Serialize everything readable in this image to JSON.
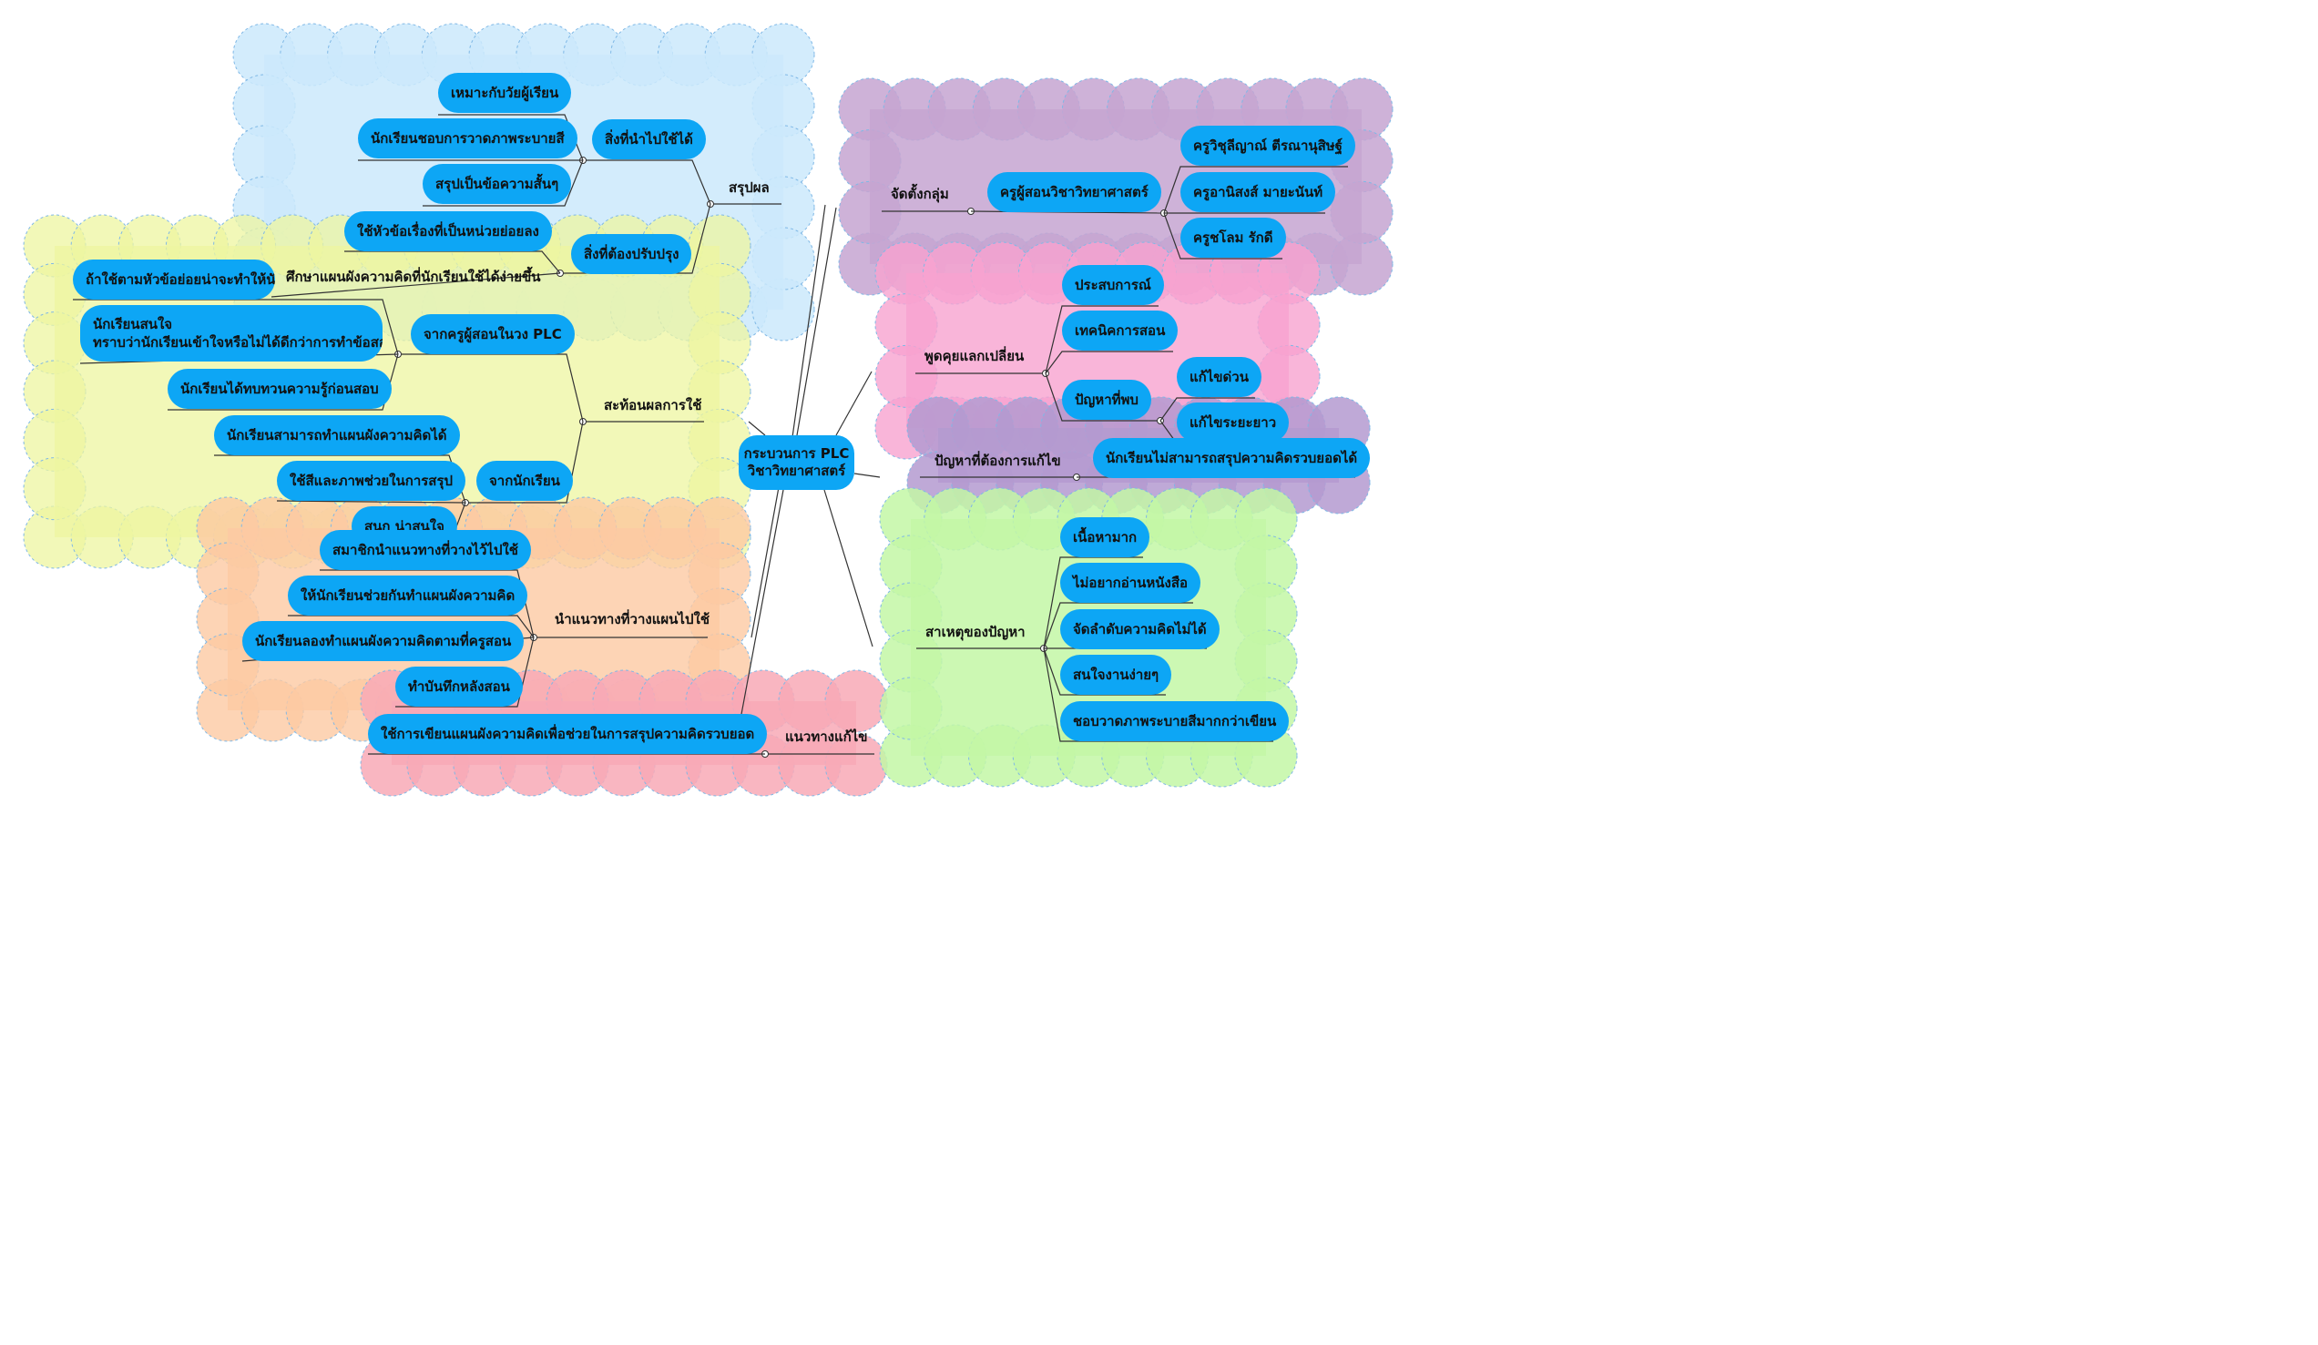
{
  "colors": {
    "node": "#0da6f5",
    "line": "#333333",
    "cloud_blue": "#cbe9fb",
    "cloud_yellow": "#eef5a0",
    "cloud_purple": "#c6a4d1",
    "cloud_pink": "#f7a3d0",
    "cloud_violet": "#b49ad0",
    "cloud_green": "#c3f7a6",
    "cloud_orange": "#fcc9a2",
    "cloud_rose": "#f8a9b6"
  },
  "center": {
    "line1": "กระบวนการ PLC",
    "line2": "วิชาวิทยาศาสตร์"
  },
  "summary": {
    "label": "สรุปผล",
    "usable": {
      "label": "สิ่งที่นำไปใช้ได้",
      "items": [
        "เหมาะกับวัยผู้เรียน",
        "นักเรียนชอบการวาดภาพระบายสี",
        "สรุปเป็นข้อความสั้นๆ"
      ]
    },
    "improve": {
      "label": "สิ่งที่ต้องปรับปรุง",
      "items": [
        "ใช้หัวข้อเรื่องที่เป็นหน่วยย่อยลง",
        "ศึกษาแผนผังความคิดที่นักเรียนใช้ได้ง่ายขึ้น"
      ]
    }
  },
  "reflect": {
    "label": "สะท้อนผลการใช้",
    "teachers": {
      "label": "จากครูผู้สอนในวง PLC",
      "items": [
        "ถ้าใช้ตามหัวข้อย่อยน่าจะทำให้นักเรียนทำได้ง่ายขึ้น",
        "นักเรียนสนใจ",
        "ทราบว่านักเรียนเข้าใจหรือไม่ได้ดีกว่าการทำข้อสอบ",
        "นักเรียนได้ทบทวนความรู้ก่อนสอบ"
      ]
    },
    "students": {
      "label": "จากนักเรียน",
      "items": [
        "นักเรียนสามารถทำแผนผังความคิดได้",
        "ใช้สีและภาพช่วยในการสรุป",
        "สนุก น่าสนใจ"
      ]
    }
  },
  "apply": {
    "label": "นำแนวทางที่วางแผนไปใช้",
    "items": [
      "สมาชิกนำแนวทางที่วางไว้ไปใช้",
      "ให้นักเรียนช่วยกันทำแผนผังความคิด",
      "นักเรียนลองทำแผนผังความคิดตามที่ครูสอน",
      "ทำบันทึกหลังสอน"
    ]
  },
  "solution": {
    "label": "แนวทางแก้ไข",
    "items": [
      "ใช้การเขียนแผนผังความคิดเพื่อช่วยในการสรุปความคิดรวบยอด"
    ]
  },
  "group": {
    "label": "จัดตั้งกลุ่ม",
    "sub": "ครูผู้สอนวิชาวิทยาศาสตร์",
    "items": [
      "ครูวิชุลีญาณ์ ตีรณานุสิษฐ์",
      "ครูอานิสงส์ มายะนันท์",
      "ครูชโลม รักดี"
    ]
  },
  "discuss": {
    "label": "พูดคุยแลกเปลี่ยน",
    "items": [
      "ประสบการณ์",
      "เทคนิคการสอน",
      "ปัญหาที่พบ"
    ],
    "problem_items": [
      "แก้ไขด่วน",
      "แก้ไขระยะยาว"
    ]
  },
  "problem": {
    "label": "ปัญหาที่ต้องการแก้ไข",
    "items": [
      "นักเรียนไม่สามารถสรุปความคิดรวบยอดได้"
    ]
  },
  "cause": {
    "label": "สาเหตุของปัญหา",
    "items": [
      "เนื้อหามาก",
      "ไม่อยากอ่านหนังสือ",
      "จัดลำดับความคิดไม่ได้",
      "สนใจงานง่ายๆ",
      "ชอบวาดภาพระบายสีมากกว่าเขียน"
    ]
  }
}
